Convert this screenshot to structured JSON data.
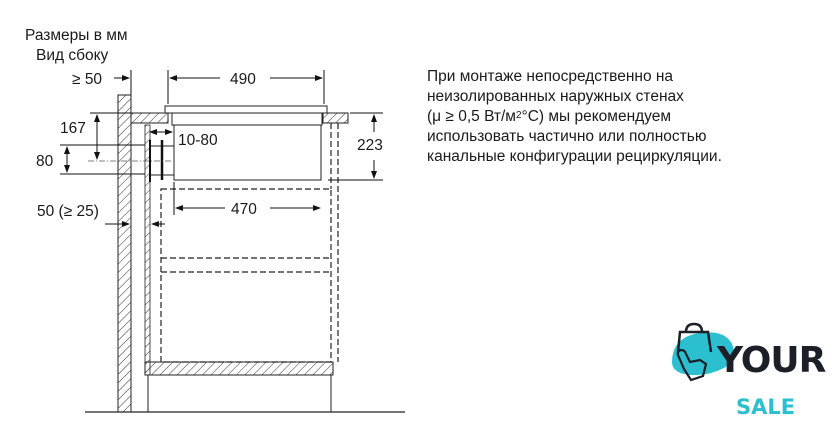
{
  "header": {
    "units": "Размеры в мм",
    "view": "Вид сбоку"
  },
  "dimensions": {
    "wall_gap": "≥ 50",
    "top_width": "490",
    "duct_offset": "10-80",
    "duct_top": "167",
    "duct_height": "80",
    "height": "223",
    "body_width": "470",
    "rear_gap": "50 (≥ 25)"
  },
  "note": {
    "lines": [
      "При монтаже непосредственно на",
      "неизолированных наружных стенах",
      "(μ ≥ 0,5 Вт/м",
      "°C) мы рекомендуем",
      "использовать частично или полностью",
      "канальные конфигурации рециркуляции."
    ],
    "superscript": "2"
  },
  "logo": {
    "word1": "YOUR",
    "word2": "SALE",
    "colors": {
      "dark": "#1b1f27",
      "accent": "#2bbfcf"
    }
  }
}
